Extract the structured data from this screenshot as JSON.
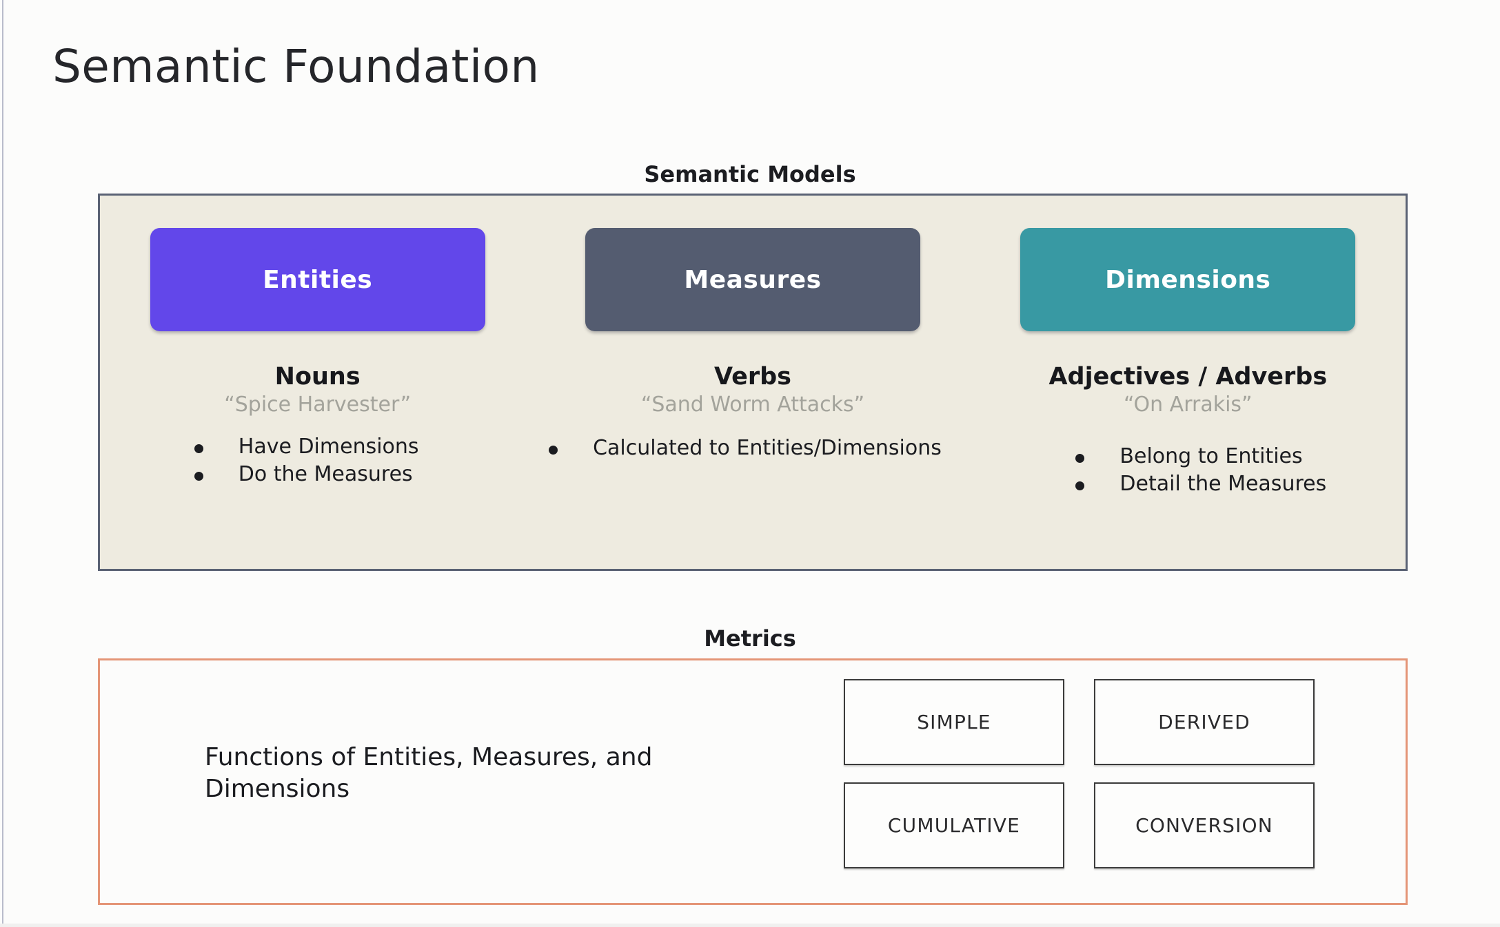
{
  "page": {
    "title": "Semantic Foundation",
    "background_color": "#fcfcfb"
  },
  "semantic_models": {
    "caption": "Semantic Models",
    "panel_background": "#eeebe0",
    "panel_border_color": "#5a6274",
    "columns": [
      {
        "chip_label": "Entities",
        "chip_color": "#6247ea",
        "part_of_speech": "Nouns",
        "example": "“Spice Harvester”",
        "bullets": [
          "Have Dimensions",
          "Do the Measures"
        ]
      },
      {
        "chip_label": "Measures",
        "chip_color": "#545c70",
        "part_of_speech": "Verbs",
        "example": "“Sand Worm Attacks”",
        "bullets": [
          "Calculated to Entities/Dimensions"
        ]
      },
      {
        "chip_label": "Dimensions",
        "chip_color": "#3899a3",
        "part_of_speech": "Adjectives / Adverbs",
        "example": "“On Arrakis”",
        "bullets": [
          "Belong to Entities",
          "Detail the Measures"
        ]
      }
    ]
  },
  "metrics": {
    "caption": "Metrics",
    "panel_border_color": "#e49577",
    "description": "Functions of Entities, Measures, and Dimensions",
    "types": [
      "SIMPLE",
      "DERIVED",
      "CUMULATIVE",
      "CONVERSION"
    ]
  }
}
